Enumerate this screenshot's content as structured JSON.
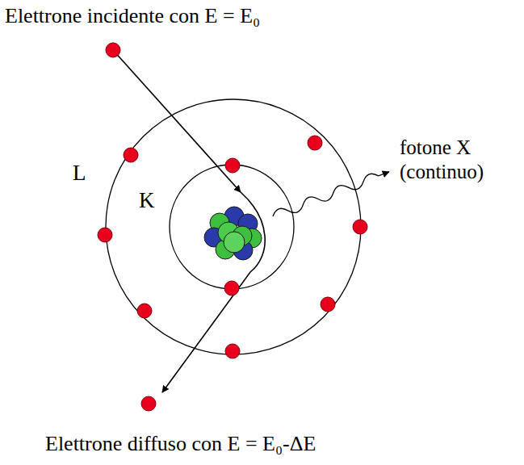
{
  "diagram": {
    "labels": [
      "Elettrone incidente con E = E₀",
      "L",
      "K",
      "fotone X (continuo)",
      "Elettrone diffuso con E = E₀-ΔE"
    ]
  }
}
